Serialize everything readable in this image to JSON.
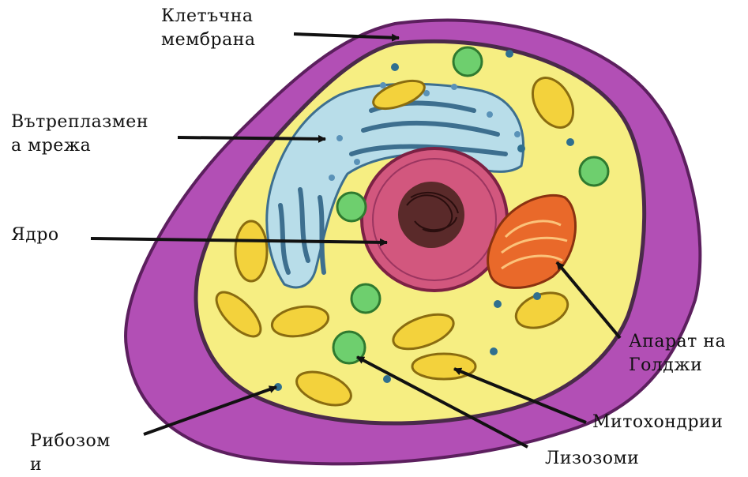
{
  "labels": {
    "cell_membrane": [
      "Клетъчна",
      "мембрана"
    ],
    "er": [
      "Вътреплазмен",
      "а мрежа"
    ],
    "nucleus": [
      "Ядро"
    ],
    "golgi": [
      "Апарат на",
      "Голджи"
    ],
    "mitochondria": [
      "Митохондрии"
    ],
    "lysosomes": [
      "Лизозоми"
    ],
    "ribosomes": [
      "Рибозом",
      "и"
    ]
  },
  "colors": {
    "membrane_outer": "#b24fb5",
    "cytoplasm": "#f6ee82",
    "er": "#b8dde9",
    "nucleus": "#d2577e",
    "golgi": "#e9692a",
    "lysosome": "#6ecf6e",
    "mitochondrion": "#f3d23c"
  }
}
